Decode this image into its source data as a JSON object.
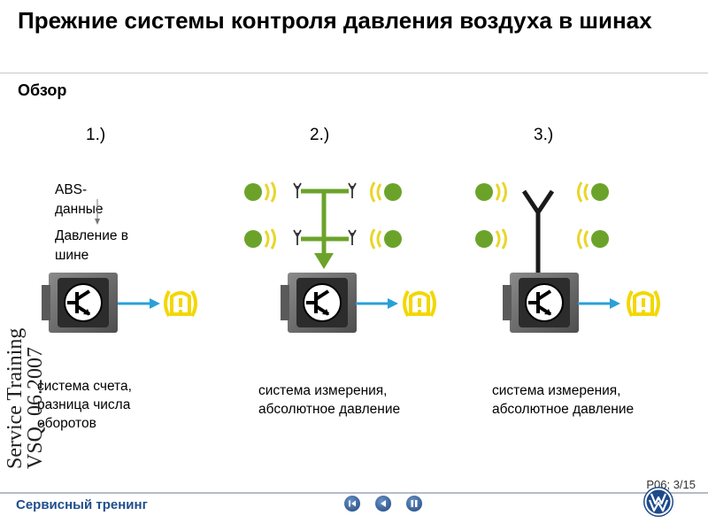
{
  "slide": {
    "title": "Прежние системы контроля давления воздуха в шинах",
    "subtitle": "Обзор",
    "page_number": "P06; 3/15"
  },
  "systems": [
    {
      "number": "1.)",
      "abs_label": "ABS-данные",
      "pressure_label": "Давление в шине",
      "caption": "система счета, разница числа оборотов"
    },
    {
      "number": "2.)",
      "caption": "система измерения, абсолютное давление"
    },
    {
      "number": "3.)",
      "caption": "система измерения, абсолютное давление"
    }
  ],
  "watermark": "Service Training VSQ, 06.2007",
  "footer": {
    "label": "Сервисный тренинг",
    "buttons": [
      "rewind-icon",
      "previous-icon",
      "pause-icon"
    ],
    "logo": "vw-logo"
  },
  "colors": {
    "title_rule": "#c8c8c8",
    "footer_text": "#1f4e8c",
    "wheel_green": "#6ba32a",
    "signal_yellow": "#e8d62a",
    "warning_yellow": "#f2d700",
    "arrow_blue": "#2aa0d8",
    "module_gray": "#6c6c6c",
    "antenna_black": "#1a1a1a"
  }
}
